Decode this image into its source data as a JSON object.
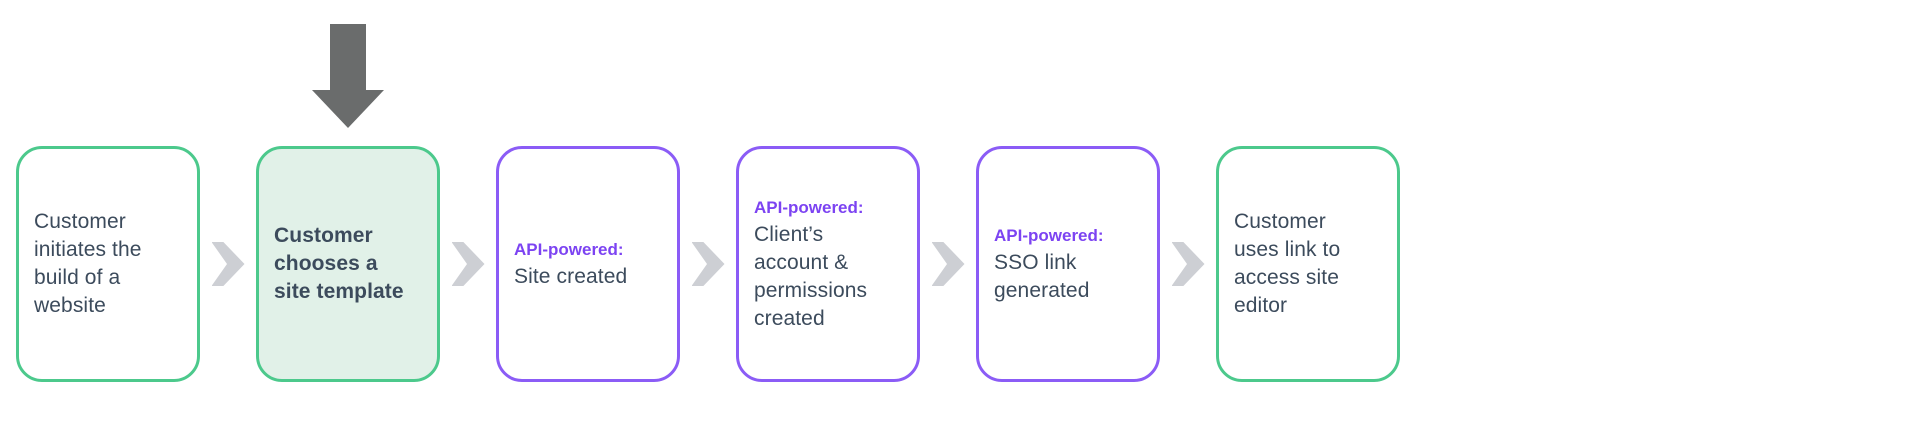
{
  "flow": {
    "steps": [
      {
        "text": "Customer\ninitiates the\nbuild of a\nwebsite",
        "style": "green-outline"
      },
      {
        "text": "Customer\nchooses a\nsite template",
        "style": "green-filled",
        "emphasized": true,
        "has_pointer_arrow": true
      },
      {
        "api_label": "API-powered:",
        "text": "Site created",
        "style": "purple-outline"
      },
      {
        "api_label": "API-powered:",
        "text": "Client’s\naccount &\npermissions\ncreated",
        "style": "purple-outline"
      },
      {
        "api_label": "API-powered:",
        "text": "SSO link\ngenerated",
        "style": "purple-outline"
      },
      {
        "text": "Customer\nuses link to\naccess site\neditor",
        "style": "green-outline"
      }
    ],
    "connector_icon": "chevron-right",
    "pointer_icon": "arrow-down"
  },
  "colors": {
    "green_border": "#4CC98C",
    "green_fill": "#E1F1E8",
    "purple_border": "#8B5CF6",
    "purple_label_text": "#7C43F2",
    "body_text": "#3C4B5C",
    "chevron_gray": "#CDCFD4",
    "pointer_arrow_gray": "#6A6C6C",
    "background": "#FFFFFF"
  }
}
